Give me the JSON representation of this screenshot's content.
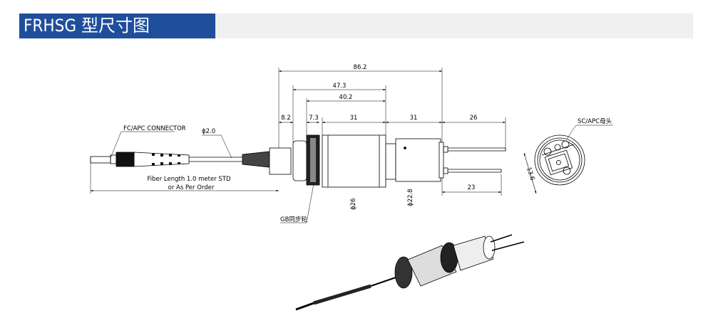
{
  "header": {
    "title": "FRHSG 型尺寸图"
  },
  "drawing": {
    "dims": {
      "overall": "86.2",
      "d47": "47.3",
      "d40": "40.2",
      "d8": "8.2",
      "d7": "7.3",
      "d31a": "31",
      "d31b": "31",
      "d26": "26",
      "d23": "23",
      "dia26": "ϕ26",
      "dia22": "ϕ22.8",
      "dia2": "ϕ2.0",
      "d13": "13.6"
    },
    "labels": {
      "fc": "FC/APC CONNECTOR",
      "fiber1": "Fiber Length 1.0 meter STD",
      "fiber2": "or As Per Order",
      "gb": "GB同步轮",
      "sc": "SC/APC母头"
    }
  }
}
